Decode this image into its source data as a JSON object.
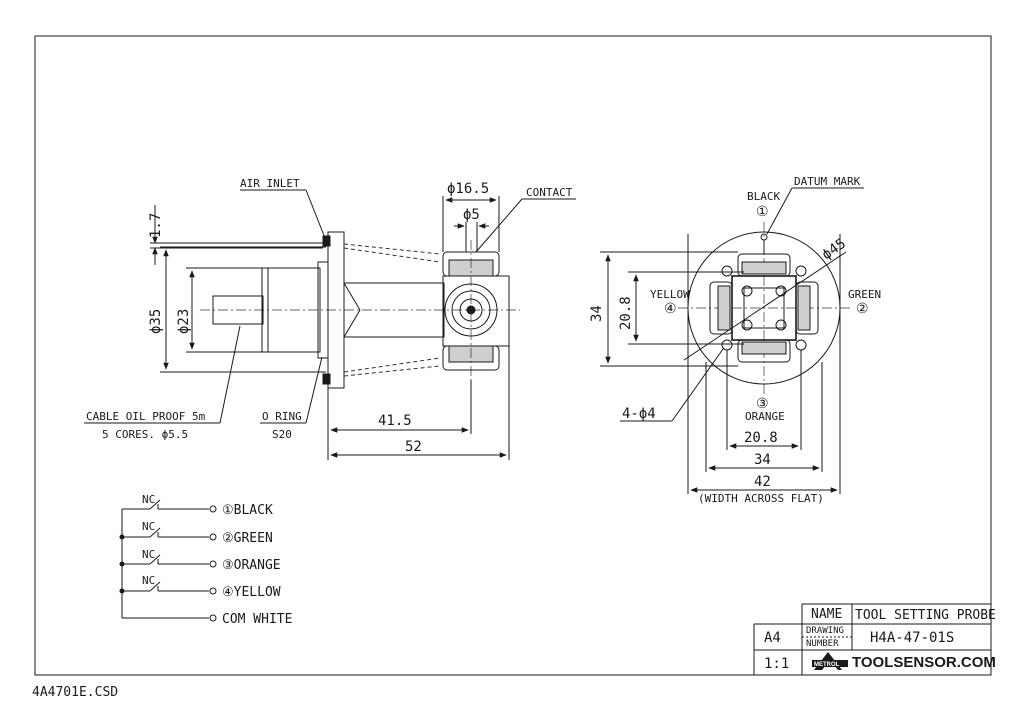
{
  "side_view": {
    "air_inlet": "AIR INLET",
    "dim_1_7": "1.7",
    "dim_phi35": "ϕ35",
    "dim_phi23": "ϕ23",
    "dim_phi16_5": "ϕ16.5",
    "dim_phi5": "ϕ5",
    "contact": "CONTACT",
    "cable_line1": "CABLE OIL PROOF 5m",
    "cable_line2": "5 CORES. ϕ5.5",
    "oring_line1": "O RING",
    "oring_line2": "S20",
    "dim_41_5": "41.5",
    "dim_52": "52"
  },
  "front_view": {
    "black": "BLACK",
    "num1": "①",
    "datum_mark": "DATUM MARK",
    "dim_phi45": "ϕ45",
    "yellow": "YELLOW",
    "num4": "④",
    "green": "GREEN",
    "num2": "②",
    "dim_34_v": "34",
    "dim_20_8_v": "20.8",
    "holes": "4-ϕ4",
    "num3": "③",
    "orange": "ORANGE",
    "dim_20_8_h": "20.8",
    "dim_34_h": "34",
    "dim_42": "42",
    "width_across": "(WIDTH ACROSS FLAT)"
  },
  "wiring": {
    "nc": "NC",
    "lines": [
      "①BLACK",
      "②GREEN",
      "③ORANGE",
      "④YELLOW",
      "COM WHITE"
    ]
  },
  "title_block": {
    "name_label": "NAME",
    "name_value": "TOOL SETTING PROBE",
    "drawing_label_1": "DRAWING",
    "drawing_label_2": "NUMBER",
    "drawing_value": "H4A-47-01S",
    "size": "A4",
    "scale": "1:1",
    "logo_text": "METROL",
    "brand": "TOOLSENSOR.COM"
  },
  "file_name": "4A4701E.CSD"
}
